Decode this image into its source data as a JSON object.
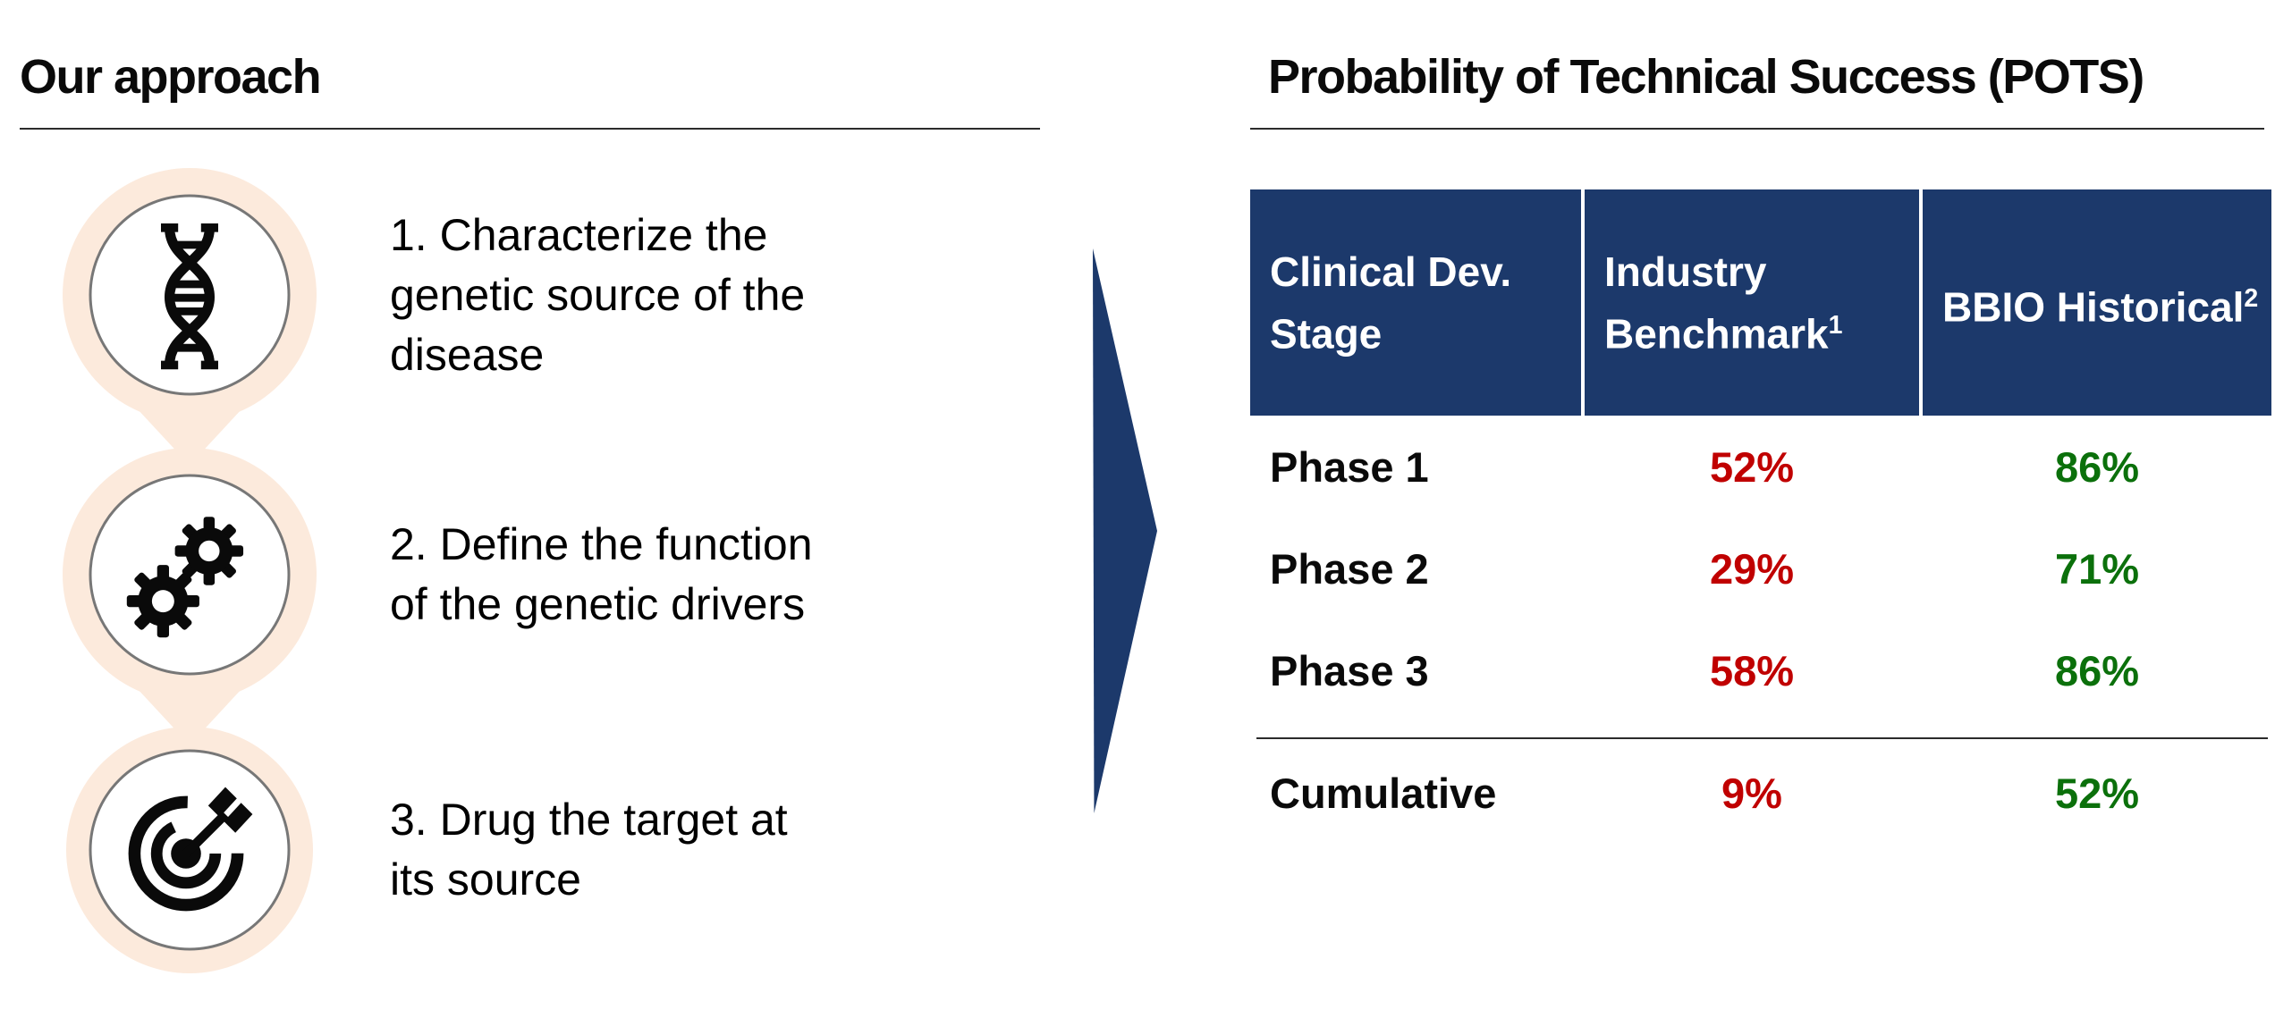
{
  "left": {
    "title": "Our approach",
    "steps": [
      {
        "icon": "dna-icon",
        "lines": [
          "1. Characterize the",
          "genetic source of the",
          "disease"
        ]
      },
      {
        "icon": "gears-icon",
        "lines": [
          "2. Define the function",
          "of the genetic drivers"
        ]
      },
      {
        "icon": "target-icon",
        "lines": [
          "3. Drug the target at",
          "its source"
        ]
      }
    ]
  },
  "right": {
    "title": "Probability of Technical Success (POTS)",
    "table": {
      "columns": [
        {
          "label": "Clinical Dev. Stage",
          "sup": ""
        },
        {
          "label": "Industry Benchmark",
          "sup": "1"
        },
        {
          "label": "BBIO Historical",
          "sup": "2"
        }
      ],
      "rows": [
        {
          "stage": "Phase 1",
          "industry": "52%",
          "bbio": "86%"
        },
        {
          "stage": "Phase 2",
          "industry": "29%",
          "bbio": "71%"
        },
        {
          "stage": "Phase 3",
          "industry": "58%",
          "bbio": "86%"
        }
      ],
      "cumulative": {
        "stage": "Cumulative",
        "industry": "9%",
        "bbio": "52%"
      }
    }
  },
  "chart_data": {
    "type": "table",
    "title": "Probability of Technical Success (POTS)",
    "columns": [
      "Clinical Dev. Stage",
      "Industry Benchmark",
      "BBIO Historical"
    ],
    "rows": [
      [
        "Phase 1",
        "52%",
        "86%"
      ],
      [
        "Phase 2",
        "29%",
        "71%"
      ],
      [
        "Phase 3",
        "58%",
        "86%"
      ],
      [
        "Cumulative",
        "9%",
        "52%"
      ]
    ]
  },
  "colors": {
    "navy": "#1C396B",
    "industry_red": "#C00000",
    "bbio_green": "#0B700B",
    "peach": "#FCEADC",
    "ring_gray": "#777777"
  }
}
